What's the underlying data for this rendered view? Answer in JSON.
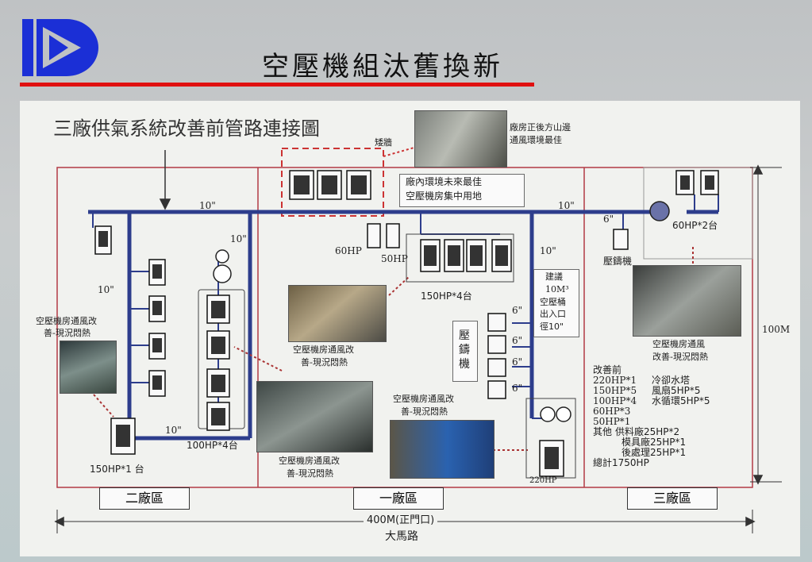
{
  "slide": {
    "title": "空壓機組汰舊換新",
    "colors": {
      "accent_red": "#e01010",
      "logo_blue": "#1b2fd6",
      "pipe_blue": "#2d3d8c",
      "zone_red": "#b33a45"
    }
  },
  "diagram": {
    "heading": "三廠供氣系統改善前管路連接圖",
    "labels": {
      "wall": "矮牆",
      "mountain_note": [
        "廠房正後方山邊",
        "通風環境最佳"
      ],
      "center_note": [
        "廠內環境未來最佳",
        "空壓機房集中用地"
      ],
      "pipe_10_a": "10\"",
      "pipe_10_b": "10\"",
      "pipe_10_c": "10\"",
      "pipe_10_d": "10\"",
      "pipe_10_e": "10\"",
      "pipe_10_f": "10\"",
      "pipe_6_a": "6\"",
      "pipe_6_b": "6\"",
      "pipe_6_c": "6\"",
      "pipe_6_d": "6\"",
      "pipe_6_e": "6\"",
      "hp60": "60HP",
      "hp50": "50HP",
      "hp150x4": "150HP*4台",
      "hp100x4": "100HP*4台",
      "hp150x1": "150HP*1 台",
      "hp60x2": "60HP*2台",
      "hp220": "220HP",
      "die_casting_machine": "壓鑄機",
      "die_casting_vertical": "壓鑄機",
      "suggestion": [
        "建議",
        "10M³",
        "空壓桶",
        "出入口",
        "徑10\""
      ],
      "ventilation_left": [
        "空壓機房通風改",
        "善-現況悶熱"
      ],
      "ventilation_mid1": [
        "空壓機房通風改",
        "善-現況悶熱"
      ],
      "ventilation_mid2": [
        "空壓機房通風改",
        "善-現況悶熱"
      ],
      "ventilation_mid3": [
        "空壓機房通風改",
        "善-現況悶熱"
      ],
      "ventilation_right": [
        "空壓機房通風",
        "改善-現況悶熱"
      ],
      "dim_height": "100M",
      "dim_width": "400M(正門口)",
      "road": "大馬路"
    },
    "before_list": {
      "title": "改善前",
      "items": [
        "220HP*1",
        "150HP*5",
        "100HP*4",
        "60HP*3",
        "50HP*1"
      ],
      "other_title": "其他",
      "other_items": [
        "供料廠25HP*2",
        "模具廠25HP*1",
        "後處理25HP*1"
      ],
      "total": "總計1750HP",
      "cooling": [
        "冷卻水塔",
        "風扇5HP*5",
        "水循環5HP*5"
      ]
    },
    "zones": [
      "二廠區",
      "一廠區",
      "三廠區"
    ],
    "icons": [
      "logo-icon",
      "compressor-icon",
      "tank-icon",
      "photo-placeholder"
    ]
  }
}
